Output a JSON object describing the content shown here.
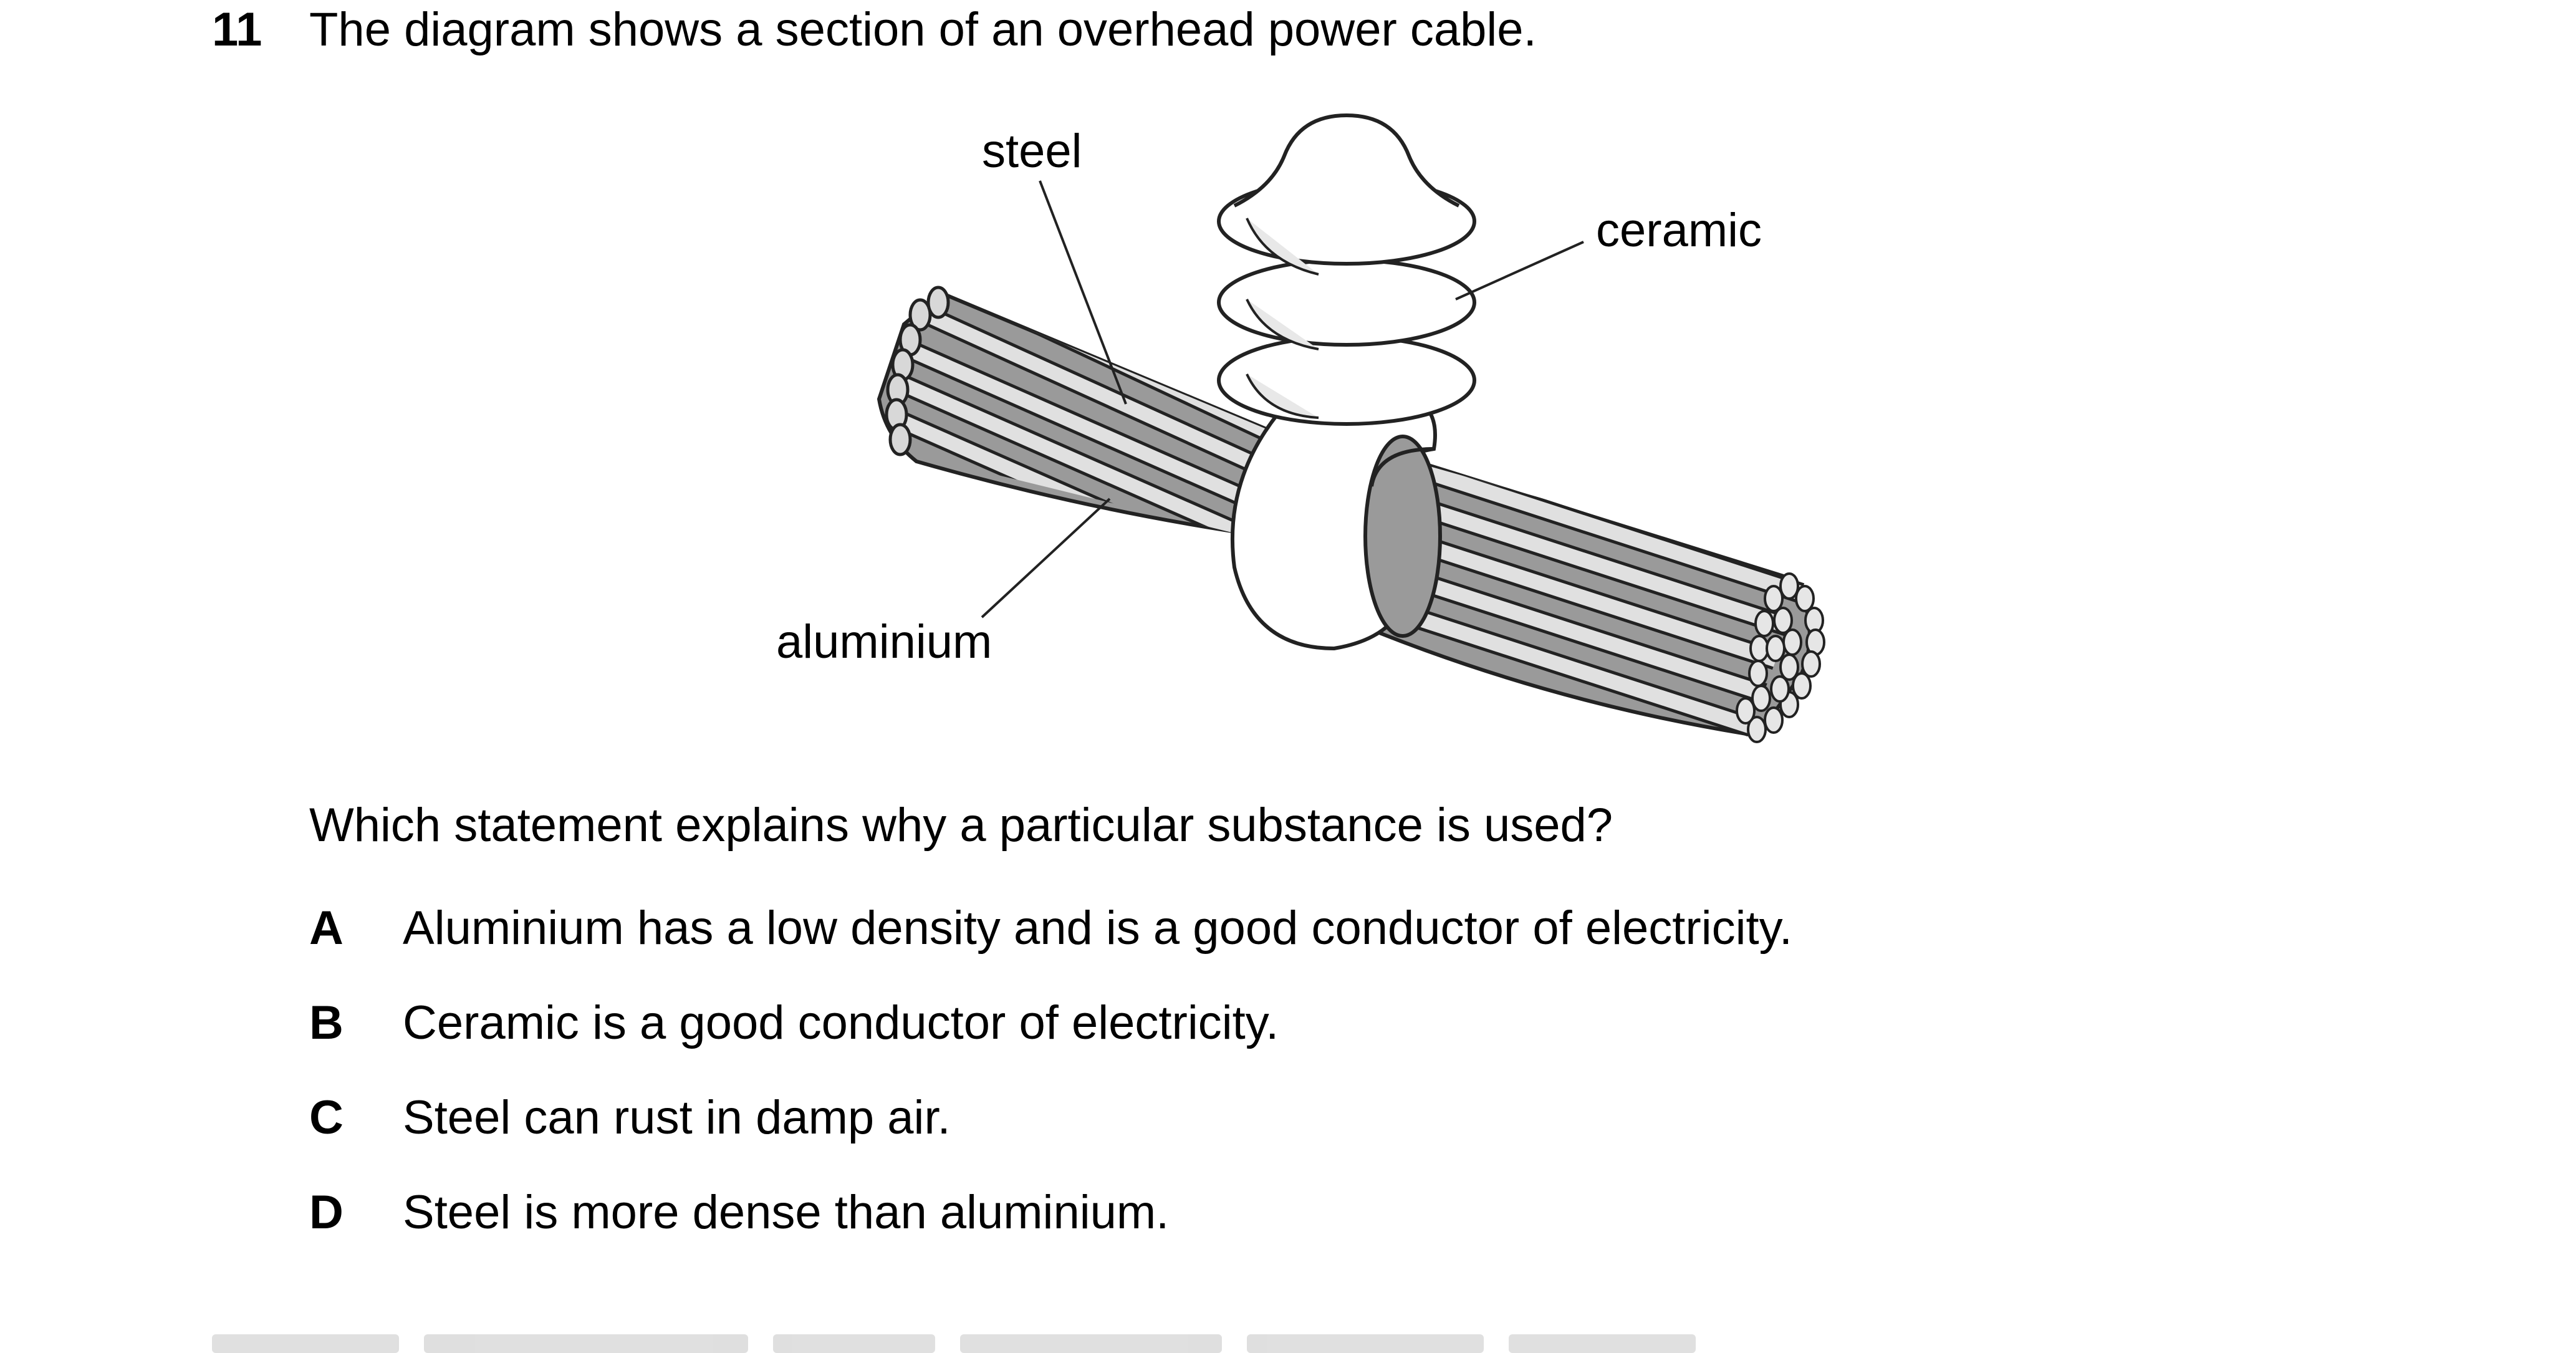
{
  "question": {
    "number": "11",
    "text": "The diagram shows a section of an overhead power cable.",
    "diagram_labels": {
      "steel": "steel",
      "ceramic": "ceramic",
      "aluminium": "aluminium"
    },
    "prompt": "Which statement explains why a particular substance is used?",
    "options": [
      {
        "letter": "A",
        "text": "Aluminium has a low density and is a good conductor of electricity."
      },
      {
        "letter": "B",
        "text": "Ceramic is a good conductor of electricity."
      },
      {
        "letter": "C",
        "text": "Steel can rust in damp air."
      },
      {
        "letter": "D",
        "text": "Steel is more dense than aluminium."
      }
    ]
  }
}
